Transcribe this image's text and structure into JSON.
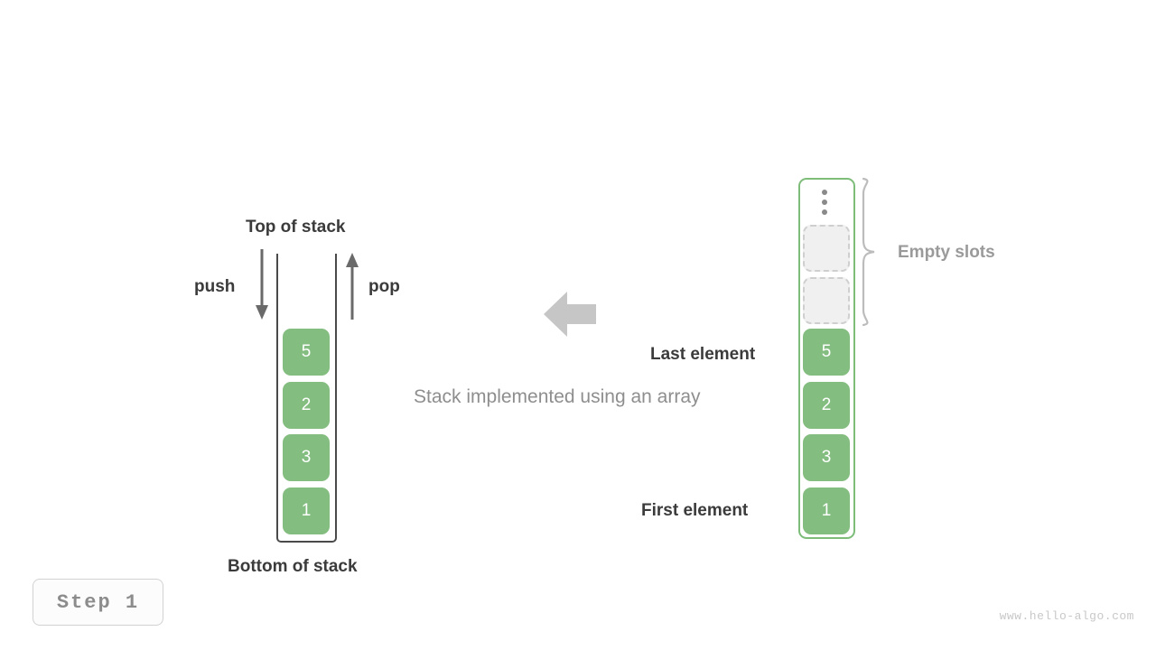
{
  "figure": {
    "caption": "Stack implemented using an array",
    "step_badge": "Step 1",
    "watermark": "www.hello-algo.com",
    "accent_green": "#84bd80",
    "array_border_green": "#7dbd79",
    "dark_text": "#3b3b3b",
    "gray_text": "#9a9a9a",
    "empty_slot_fill": "#f0f0f0",
    "empty_slot_border": "#cfcfcf"
  },
  "stack": {
    "top_label": "Top of stack",
    "bottom_label": "Bottom of stack",
    "push_label": "push",
    "pop_label": "pop",
    "cells": [
      {
        "value": "5"
      },
      {
        "value": "2"
      },
      {
        "value": "3"
      },
      {
        "value": "1"
      }
    ]
  },
  "array": {
    "ellipsis_icon": "vertical-ellipsis-icon",
    "empty_slots_label": "Empty slots",
    "last_element_label": "Last element",
    "first_element_label": "First element",
    "empty_slots": [
      {
        "value": ""
      },
      {
        "value": ""
      }
    ],
    "cells": [
      {
        "value": "5"
      },
      {
        "value": "2"
      },
      {
        "value": "3"
      },
      {
        "value": "1"
      }
    ]
  },
  "transition": {
    "arrow_icon": "left-block-arrow-icon"
  }
}
